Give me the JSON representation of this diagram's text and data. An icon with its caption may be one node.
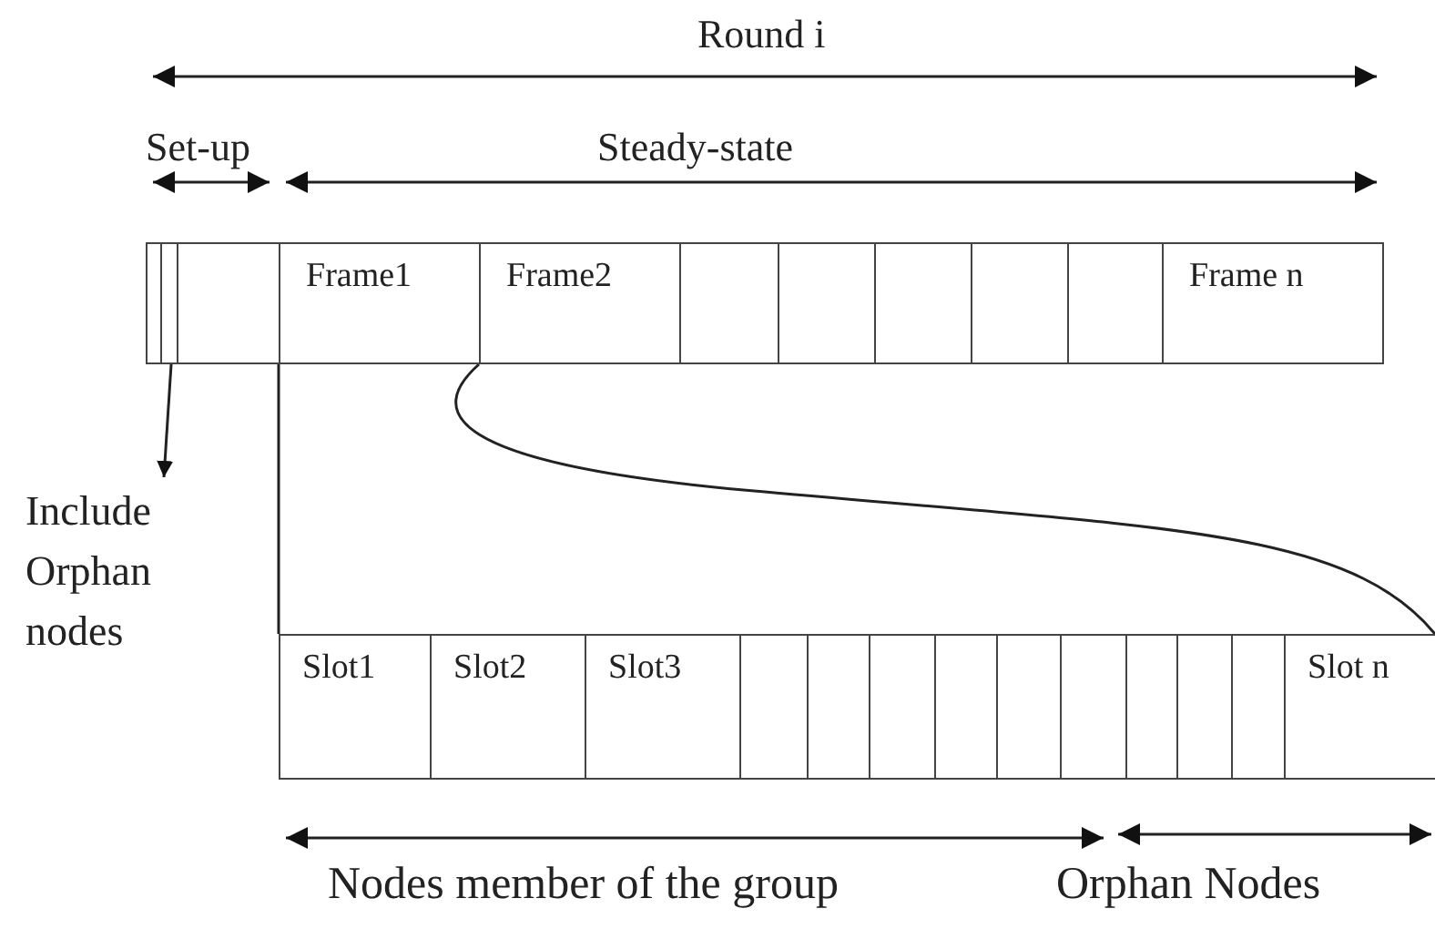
{
  "diagram": {
    "nodes": [
      {
        "text": [],
        "shape": "box"
      },
      {
        "text": [],
        "shape": "box"
      },
      {
        "text": [],
        "shape": "box"
      },
      {
        "text": [
          "Frame1"
        ]
      },
      {
        "text": [
          "Frame2"
        ]
      },
      {
        "text": [],
        "shape": "box"
      },
      {
        "text": [],
        "shape": "box"
      },
      {
        "text": [],
        "shape": "box"
      },
      {
        "text": [],
        "shape": "box"
      },
      {
        "text": [],
        "shape": "box"
      },
      {
        "text": [
          "Frame n"
        ]
      },
      {
        "text": [
          "Include Orphan nodes"
        ]
      },
      {
        "text": [
          "Slot1"
        ]
      },
      {
        "text": [
          "Slot2"
        ]
      },
      {
        "text": [
          "Slot3"
        ]
      },
      {
        "text": [],
        "shape": "box"
      },
      {
        "text": [],
        "shape": "box"
      },
      {
        "text": [],
        "shape": "box"
      },
      {
        "text": [],
        "shape": "box"
      },
      {
        "text": [],
        "shape": "box"
      },
      {
        "text": [],
        "shape": "box"
      },
      {
        "text": [],
        "shape": "box"
      },
      {
        "text": [],
        "shape": "box"
      },
      {
        "text": [],
        "shape": "box"
      },
      {
        "text": [
          "Slot n"
        ]
      }
    ],
    "edges": [
      {
        "from": 1,
        "to": 11,
        "arrow": "to"
      }
    ],
    "labels": [
      "Round i",
      "Set-up",
      "Steady-state",
      "Nodes member of the group",
      "Orphan Nodes"
    ]
  }
}
